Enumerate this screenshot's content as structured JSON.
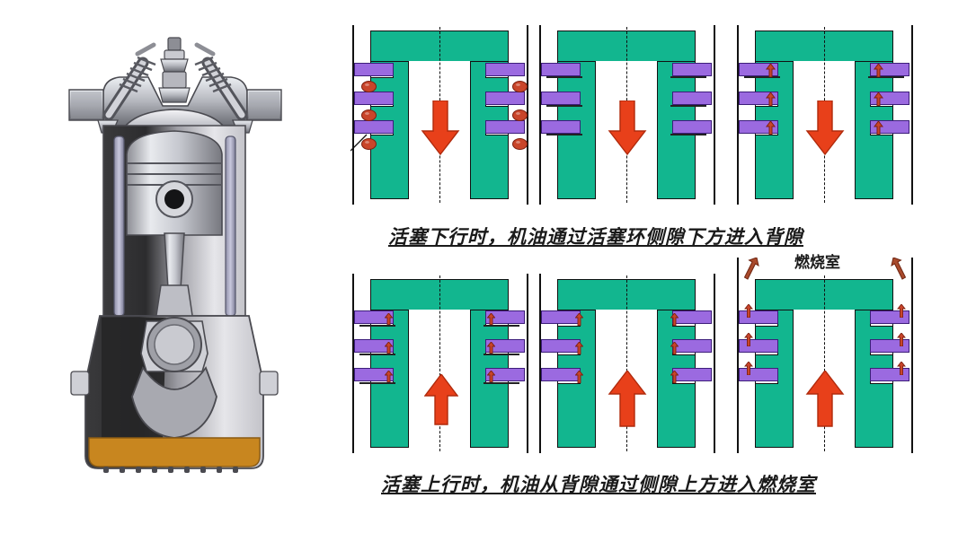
{
  "diagram": {
    "title_row1_caption": "活塞下行时，机油通过活塞环侧隙下方进入背隙",
    "title_row2_caption": "活塞上行时，机油从背隙通过侧隙上方进入燃烧室",
    "combustion_chamber_label": "燃烧室",
    "colors": {
      "piston_green": "#12b68f",
      "ring_purple": "#9b6ae0",
      "ring_outline": "#3c1d7a",
      "arrow_red": "#e8401a",
      "oil_drop": "#c9452a",
      "outline_black": "#111111",
      "oil_pan_amber": "#c8861f"
    },
    "rows": [
      {
        "id": "row-down",
        "direction": "down",
        "caption": "活塞下行时，机油通过活塞环侧隙下方进入背隙",
        "panels": [
          {
            "id": "panel-1-1",
            "stage": "oil on cylinder wall below rings",
            "ring_count": 3,
            "droplets": 3,
            "arrow": "down"
          },
          {
            "id": "panel-1-2",
            "stage": "oil entering side clearance below rings",
            "ring_count": 3,
            "droplets": 0,
            "arrow": "down"
          },
          {
            "id": "panel-1-3",
            "stage": "oil filling back clearance behind rings",
            "ring_count": 3,
            "droplets": 0,
            "arrow": "down"
          }
        ]
      },
      {
        "id": "row-up",
        "direction": "up",
        "caption": "活塞上行时，机油从背隙通过侧隙上方进入燃烧室",
        "panels": [
          {
            "id": "panel-2-1",
            "stage": "rings shift to groove top as piston rises",
            "ring_count": 3,
            "droplets": 0,
            "arrow": "up"
          },
          {
            "id": "panel-2-2",
            "stage": "oil pushed out of back clearance upward",
            "ring_count": 3,
            "droplets": 0,
            "arrow": "up"
          },
          {
            "id": "panel-2-3",
            "stage": "oil escapes above rings into combustion chamber",
            "ring_count": 3,
            "droplets": 0,
            "arrow": "up"
          }
        ]
      }
    ]
  },
  "engine": {
    "name": "engine-cutaway-illustration",
    "parts": [
      "intake valve",
      "exhaust valve",
      "spark plug",
      "piston",
      "connecting rod",
      "crankshaft",
      "oil pan"
    ]
  }
}
